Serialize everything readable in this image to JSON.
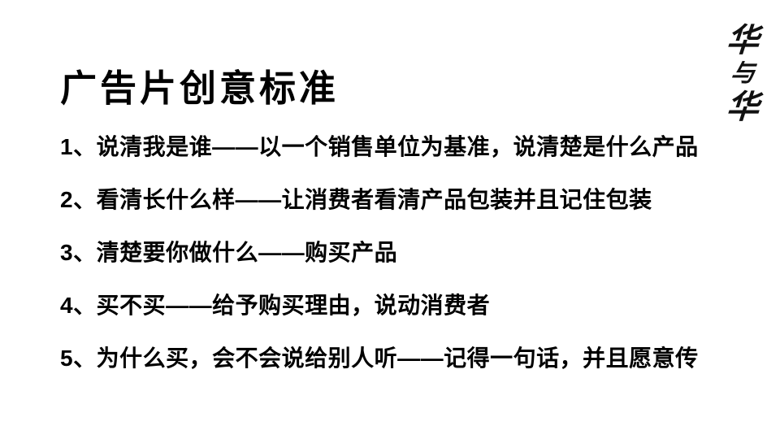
{
  "slide": {
    "title": "广告片创意标准",
    "points": [
      "1、说清我是谁——以一个销售单位为基准，说清楚是什么产品",
      "2、看清长什么样——让消费者看清产品包装并且记住包装",
      "3、清楚要你做什么——购买产品",
      "4、买不买——给予购买理由，说动消费者",
      "5、为什么买，会不会说给别人听——记得一句话，并且愿意传"
    ],
    "logo": {
      "name": "华与华",
      "chars": [
        "华",
        "与",
        "华"
      ]
    },
    "colors": {
      "background": "#ffffff",
      "text": "#000000"
    }
  }
}
